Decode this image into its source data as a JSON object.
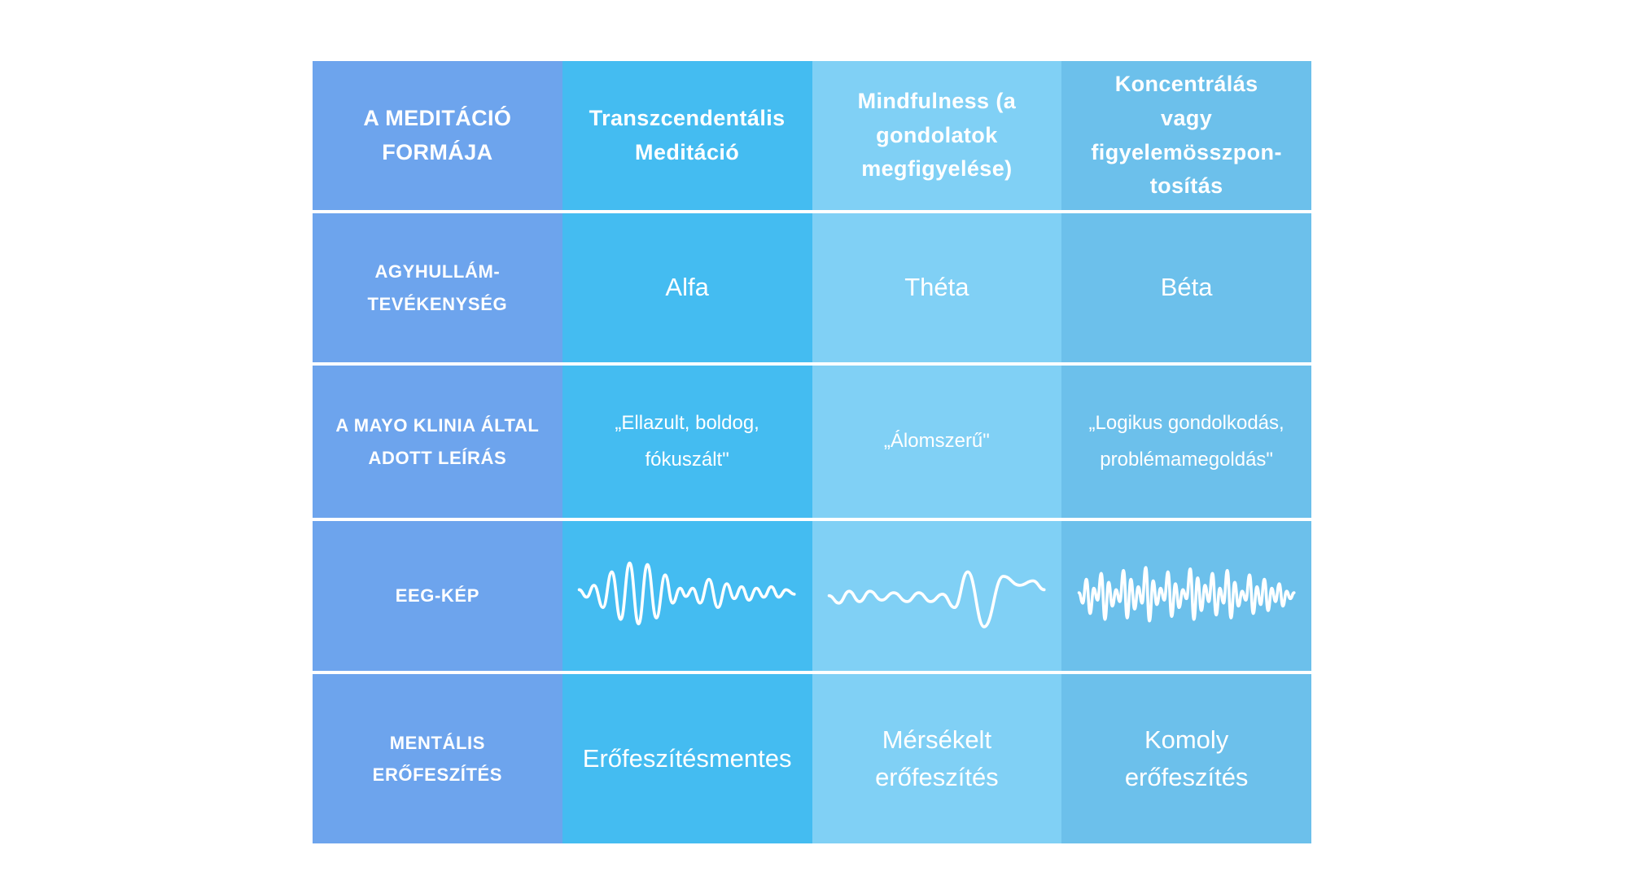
{
  "meta": {
    "background_color": "#FFFFFF",
    "text_color": "#FFFFFF",
    "column_colors": {
      "label_column": "#6DA4ED",
      "transcendental_column": "#44BCF1",
      "mindfulness_column": "#80D0F5",
      "concentration_column": "#6CC0EB"
    }
  },
  "chart_data": {
    "type": "table",
    "title": "A meditáció formája összehasonlítás",
    "columns": [
      "A MEDITÁCIÓ FORMÁJA",
      "Transzcendentális Meditáció",
      "Mindfulness (a gondolatok megfigyelése)",
      "Koncentrálás vagy figyelemösszpon-tosítás"
    ],
    "rows": [
      [
        "AGYHULLÁM-TEVÉKENYSÉG",
        "Alfa",
        "Théta",
        "Béta"
      ],
      [
        "A MAYO KLINIA ÁLTAL ADOTT LEÍRÁS",
        "„Ellazult, boldog, fókuszált\"",
        "„Álomszerű\"",
        "„Logikus gondolkodás, problémamegoldás\""
      ],
      [
        "EEG-KÉP",
        "alfa hullám EEG görbe",
        "théta hullám EEG görbe",
        "béta hullám EEG görbe"
      ],
      [
        "MENTÁLIS ERŐFESZÍTÉS",
        "Erőfeszítésmentes",
        "Mérsékelt erőfeszítés",
        "Komoly erőfeszítés"
      ]
    ]
  },
  "table": {
    "header": {
      "form": "A MEDITÁCIÓ\nFORMÁJA",
      "tm": "Transzcendentális\nMeditáció",
      "mindfulness": "Mindfulness (a\ngondolatok\nmegfigyelése)",
      "concentration": "Koncentrálás\nvagy\nfigyelemösszpon-\ntosítás"
    },
    "brainwave_row": {
      "label": "AGYHULLÁM-\nTEVÉKENYSÉG",
      "tm": "Alfa",
      "mindfulness": "Théta",
      "concentration": "Béta"
    },
    "mayo_row": {
      "label": "A MAYO KLINIA ÁLTAL\nADOTT LEÍRÁS",
      "tm": "„Ellazult, boldog,\nfókuszált\"",
      "mindfulness": "„Álomszerű\"",
      "concentration": "„Logikus gondolkodás,\nproblémamegoldás\""
    },
    "eeg_row": {
      "label": "EEG-KÉP",
      "tm_icon": "alpha-wave",
      "mindfulness_icon": "theta-wave",
      "concentration_icon": "beta-wave"
    },
    "effort_row": {
      "label": "MENTÁLIS\nERŐFESZÍTÉS",
      "tm": "Erőfeszítésmentes",
      "mindfulness": "Mérsékelt\nerőfeszítés",
      "concentration": "Komoly\nerőfeszítés"
    },
    "waves": {
      "alpha": {
        "points": [
          [
            5,
            52
          ],
          [
            15,
            62
          ],
          [
            25,
            46
          ],
          [
            37,
            76
          ],
          [
            49,
            28
          ],
          [
            61,
            92
          ],
          [
            73,
            16
          ],
          [
            85,
            98
          ],
          [
            97,
            18
          ],
          [
            109,
            90
          ],
          [
            121,
            32
          ],
          [
            131,
            70
          ],
          [
            141,
            50
          ],
          [
            149,
            61
          ],
          [
            158,
            50
          ],
          [
            168,
            70
          ],
          [
            180,
            38
          ],
          [
            192,
            76
          ],
          [
            204,
            44
          ],
          [
            214,
            64
          ],
          [
            224,
            48
          ],
          [
            234,
            66
          ],
          [
            244,
            50
          ],
          [
            254,
            62
          ],
          [
            264,
            48
          ],
          [
            274,
            62
          ],
          [
            284,
            52
          ],
          [
            295,
            58
          ]
        ]
      },
      "theta": {
        "points": [
          [
            5,
            60
          ],
          [
            18,
            70
          ],
          [
            32,
            54
          ],
          [
            46,
            68
          ],
          [
            60,
            54
          ],
          [
            76,
            66
          ],
          [
            92,
            56
          ],
          [
            110,
            68
          ],
          [
            126,
            56
          ],
          [
            142,
            68
          ],
          [
            158,
            58
          ],
          [
            174,
            76
          ],
          [
            192,
            28
          ],
          [
            214,
            102
          ],
          [
            240,
            34
          ],
          [
            262,
            46
          ],
          [
            280,
            40
          ],
          [
            295,
            52
          ]
        ]
      },
      "beta": {
        "points": [
          [
            5,
            56
          ],
          [
            10,
            70
          ],
          [
            15,
            38
          ],
          [
            20,
            84
          ],
          [
            25,
            50
          ],
          [
            30,
            66
          ],
          [
            35,
            30
          ],
          [
            40,
            92
          ],
          [
            45,
            42
          ],
          [
            50,
            74
          ],
          [
            55,
            52
          ],
          [
            60,
            68
          ],
          [
            65,
            26
          ],
          [
            70,
            90
          ],
          [
            75,
            38
          ],
          [
            80,
            78
          ],
          [
            85,
            48
          ],
          [
            90,
            70
          ],
          [
            95,
            22
          ],
          [
            100,
            94
          ],
          [
            105,
            40
          ],
          [
            110,
            72
          ],
          [
            115,
            50
          ],
          [
            120,
            66
          ],
          [
            125,
            28
          ],
          [
            130,
            88
          ],
          [
            135,
            44
          ],
          [
            140,
            76
          ],
          [
            145,
            52
          ],
          [
            150,
            64
          ],
          [
            155,
            24
          ],
          [
            160,
            92
          ],
          [
            165,
            36
          ],
          [
            170,
            80
          ],
          [
            175,
            46
          ],
          [
            180,
            68
          ],
          [
            185,
            30
          ],
          [
            190,
            86
          ],
          [
            195,
            50
          ],
          [
            200,
            70
          ],
          [
            205,
            26
          ],
          [
            210,
            90
          ],
          [
            215,
            42
          ],
          [
            220,
            74
          ],
          [
            225,
            54
          ],
          [
            230,
            66
          ],
          [
            235,
            32
          ],
          [
            240,
            84
          ],
          [
            245,
            48
          ],
          [
            250,
            72
          ],
          [
            255,
            38
          ],
          [
            260,
            80
          ],
          [
            265,
            50
          ],
          [
            270,
            68
          ],
          [
            275,
            44
          ],
          [
            280,
            74
          ],
          [
            285,
            54
          ],
          [
            290,
            64
          ],
          [
            295,
            56
          ]
        ]
      }
    }
  }
}
